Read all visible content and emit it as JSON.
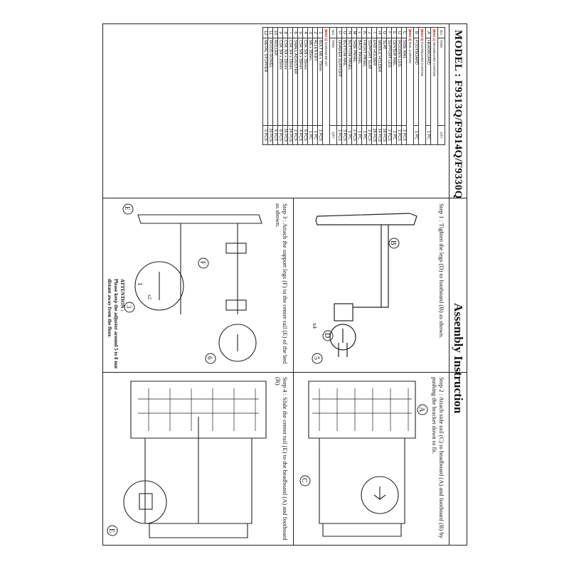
{
  "header": {
    "model": "MODEL : F9313Q/F9314Q/F9330Q"
  },
  "title": "Assembly Instruction",
  "parts_left": {
    "header": {
      "no": "NO.",
      "item": "ITEM",
      "qty": "QTY"
    },
    "box1_label": "(BOX 1)",
    "box1_sub": "HEADBOARD CARTON",
    "box2_label": "(BOX 2)",
    "box2_sub": "FOOTBOARD CARTON",
    "box3_label": "(BOX 3)",
    "box3_sub": "RAIL CARTON",
    "rows": [
      {
        "letter": "A",
        "desc": "HEADBOARD",
        "qty": "1 PC"
      },
      {
        "letter": "B",
        "desc": "FOOTBOARD",
        "qty": "1 PC"
      },
      {
        "letter": "C",
        "desc": "SIDE RAIL",
        "qty": "2 PCS"
      },
      {
        "letter": "D",
        "desc": "WOODEN LEG",
        "qty": "2 PCS"
      },
      {
        "letter": "E",
        "desc": "CENTER RAIL",
        "qty": "1 PC"
      },
      {
        "letter": "F",
        "desc": "SUPPORT LEG",
        "qty": "2 PCS"
      },
      {
        "letter": "G",
        "desc": "SLAT",
        "qty": "28 PCS"
      },
      {
        "letter": "H",
        "desc": "MIDDLE HOLDER",
        "qty": "14 PCS"
      },
      {
        "letter": "I",
        "desc": "END HOLDER",
        "qty": "28 PCS"
      },
      {
        "letter": "J",
        "desc": "SUPPORT SLAT",
        "qty": "2 PCS"
      },
      {
        "letter": "K",
        "desc": "FRONT PANEL",
        "qty": "1 PC"
      },
      {
        "letter": "L",
        "desc": "BACK PANEL",
        "qty": "1 PC"
      },
      {
        "letter": "M",
        "desc": "SIDE PANEL",
        "qty": "2 PCS"
      },
      {
        "letter": "N",
        "desc": "BOTTOM PANEL",
        "qty": "1 PC"
      },
      {
        "letter": "O",
        "desc": "BOTTOM RAIL",
        "qty": "3 PCS"
      },
      {
        "letter": "P",
        "desc": "DRAWER SUPPORT",
        "qty": "2 PCS"
      }
    ]
  },
  "parts_right": {
    "header": {
      "no": "NO.",
      "item": "ITEM",
      "qty": "QTY"
    },
    "hw_label": "(BOX 1)",
    "hw_sub": "HARDWARE KIT",
    "rows": [
      {
        "letter": "1",
        "desc": "BOLT M8 x 70mm",
        "qty": "2 PCS"
      },
      {
        "letter": "2",
        "desc": "ALLEN KEY",
        "qty": "1 PC"
      },
      {
        "letter": "3",
        "desc": "M6 x 35mm",
        "qty": "1 PC"
      },
      {
        "letter": "4",
        "desc": "CSK 5/8 x 35mm",
        "qty": "6 PCS"
      },
      {
        "letter": "5",
        "desc": "CSK 5/8 x 50mm",
        "qty": "4 PCS"
      },
      {
        "letter": "6",
        "desc": "SMALL ADJUSTER",
        "qty": "2 PCS"
      },
      {
        "letter": "7",
        "desc": "CSK 3/4 x 16mm",
        "qty": "24 PCS"
      },
      {
        "letter": "8",
        "desc": "CSK 3/4 x 32mm",
        "qty": "16 PCS"
      },
      {
        "letter": "9",
        "desc": "CSK 3/4 x 25mm",
        "qty": "8 PCS"
      },
      {
        "letter": "10",
        "desc": "ROLLER",
        "qty": "6 PCS"
      },
      {
        "letter": "11",
        "desc": "WOOD DOWEL",
        "qty": "20 PCS"
      },
      {
        "letter": "12",
        "desc": "METAL STOPPER",
        "qty": "2 PCS"
      }
    ]
  },
  "steps": {
    "step1": "Step 1 : Tighten the legs (D) to footboard (B) as shown.",
    "step2": "Step 2 : Attach side rail (C) to headboard (A) and footboard (B) by pushing the bracket down to fit.",
    "step3": "Step 3 : Attach the support legs (F) to the center rail (E) of the bed as shown.",
    "step4": "Step 4 : Slide the center rail (E) to the headboard (A) and footboard (B)."
  },
  "callouts": {
    "b": "B",
    "d": "D",
    "five": "5",
    "x4": "x4",
    "a": "A",
    "c": "C",
    "e": "E",
    "f": "F",
    "one": "1",
    "three": "3",
    "six": "6",
    "x2": "x2"
  },
  "attention": {
    "title": "ATTENTION :",
    "line1": "Please keep the adjuster around 5 to 8 mm",
    "line2": "distant away from the floor."
  }
}
